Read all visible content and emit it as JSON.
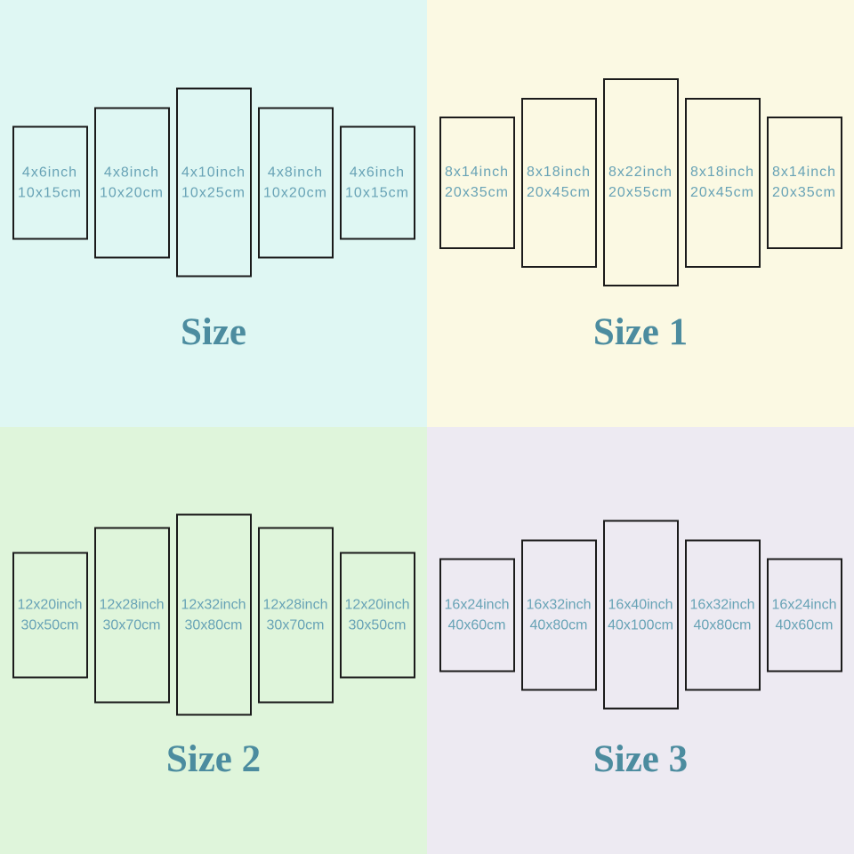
{
  "colors": {
    "label": "#68a3b6",
    "title": "#4c8c9f",
    "panel_border": "#1b1b1b"
  },
  "quadrants": [
    {
      "title": "Size",
      "background": "#dff7f3",
      "panels": [
        {
          "inch": "4x6inch",
          "cm": "10x15cm"
        },
        {
          "inch": "4x8inch",
          "cm": "10x20cm"
        },
        {
          "inch": "4x10inch",
          "cm": "10x25cm"
        },
        {
          "inch": "4x8inch",
          "cm": "10x20cm"
        },
        {
          "inch": "4x6inch",
          "cm": "10x15cm"
        }
      ]
    },
    {
      "title": "Size 1",
      "background": "#fbf9e3",
      "panels": [
        {
          "inch": "8x14inch",
          "cm": "20x35cm"
        },
        {
          "inch": "8x18inch",
          "cm": "20x45cm"
        },
        {
          "inch": "8x22inch",
          "cm": "20x55cm"
        },
        {
          "inch": "8x18inch",
          "cm": "20x45cm"
        },
        {
          "inch": "8x14inch",
          "cm": "20x35cm"
        }
      ]
    },
    {
      "title": "Size 2",
      "background": "#dff5db",
      "panels": [
        {
          "inch": "12x20inch",
          "cm": "30x50cm"
        },
        {
          "inch": "12x28inch",
          "cm": "30x70cm"
        },
        {
          "inch": "12x32inch",
          "cm": "30x80cm"
        },
        {
          "inch": "12x28inch",
          "cm": "30x70cm"
        },
        {
          "inch": "12x20inch",
          "cm": "30x50cm"
        }
      ]
    },
    {
      "title": "Size 3",
      "background": "#edeaf2",
      "panels": [
        {
          "inch": "16x24inch",
          "cm": "40x60cm"
        },
        {
          "inch": "16x32inch",
          "cm": "40x80cm"
        },
        {
          "inch": "16x40inch",
          "cm": "40x100cm"
        },
        {
          "inch": "16x32inch",
          "cm": "40x80cm"
        },
        {
          "inch": "16x24inch",
          "cm": "40x60cm"
        }
      ]
    }
  ]
}
